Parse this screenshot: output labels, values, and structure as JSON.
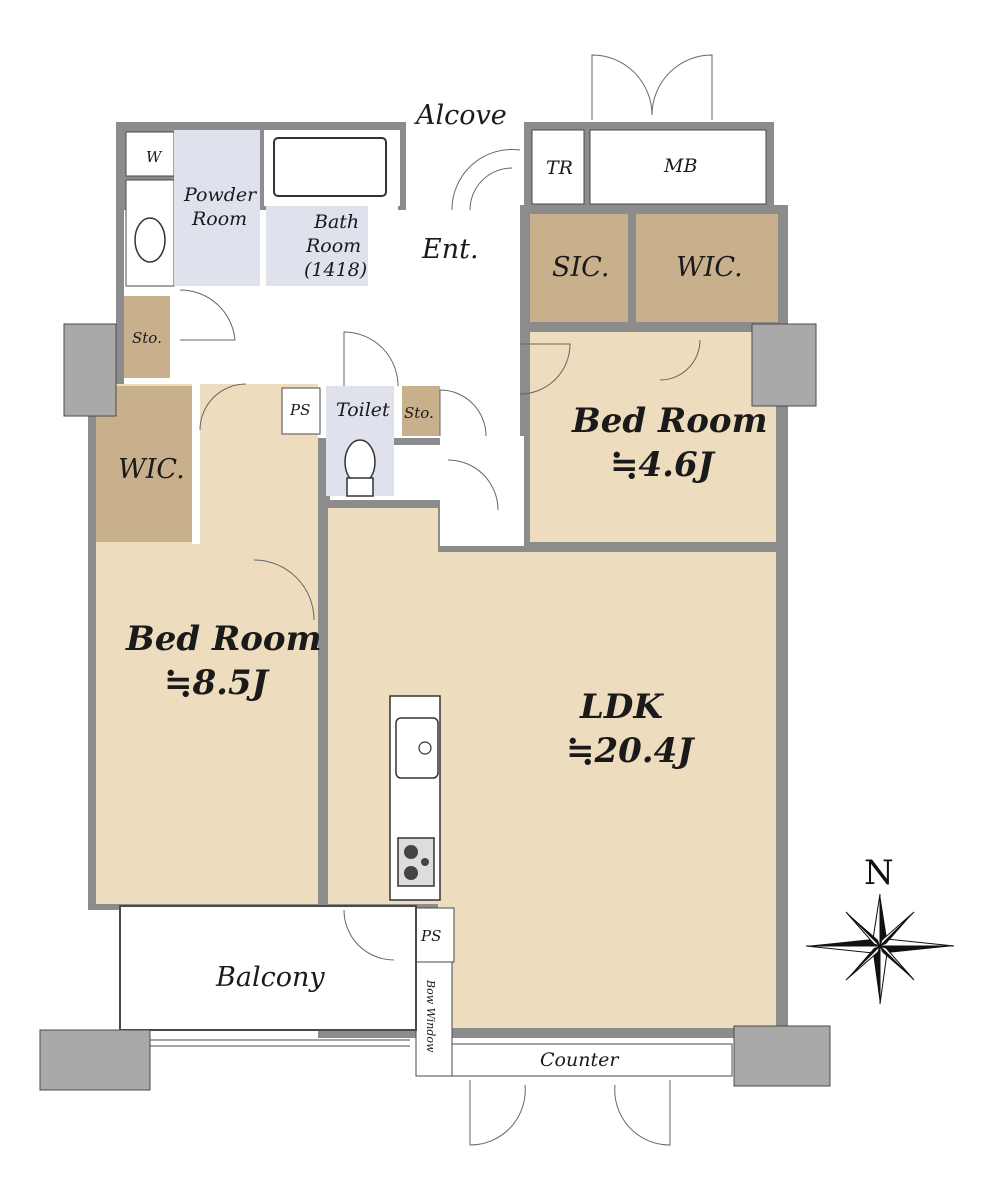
{
  "rooms": {
    "alcove": "Alcove",
    "entrance": "Ent.",
    "powder_room_line1": "Powder",
    "powder_room_line2": "Room",
    "bath_line1": "Bath",
    "bath_line2": "Room",
    "bath_size": "(1418)",
    "w": "W",
    "tr": "TR",
    "mb": "MB",
    "sic": "SIC.",
    "wic_top": "WIC.",
    "wic_left": "WIC.",
    "sto_left": "Sto.",
    "sto_toilet": "Sto.",
    "ps_top": "PS",
    "ps_bottom": "PS",
    "toilet": "Toilet",
    "bedroom_right_name": "Bed Room",
    "bedroom_right_size": "≒4.6J",
    "bedroom_left_name": "Bed Room",
    "bedroom_left_size": "≒8.5J",
    "ldk_name": "LDK",
    "ldk_size": "≒20.4J",
    "balcony": "Balcony",
    "bow_window": "Bow Window",
    "counter": "Counter"
  },
  "compass": {
    "north": "N"
  },
  "colors": {
    "wall": "#8c8c8c",
    "column": "#a9a9a9",
    "living": "#eddcbd",
    "storage": "#c8b08d",
    "wet": "#dfe2ec",
    "outline": "#4a4a4a"
  }
}
